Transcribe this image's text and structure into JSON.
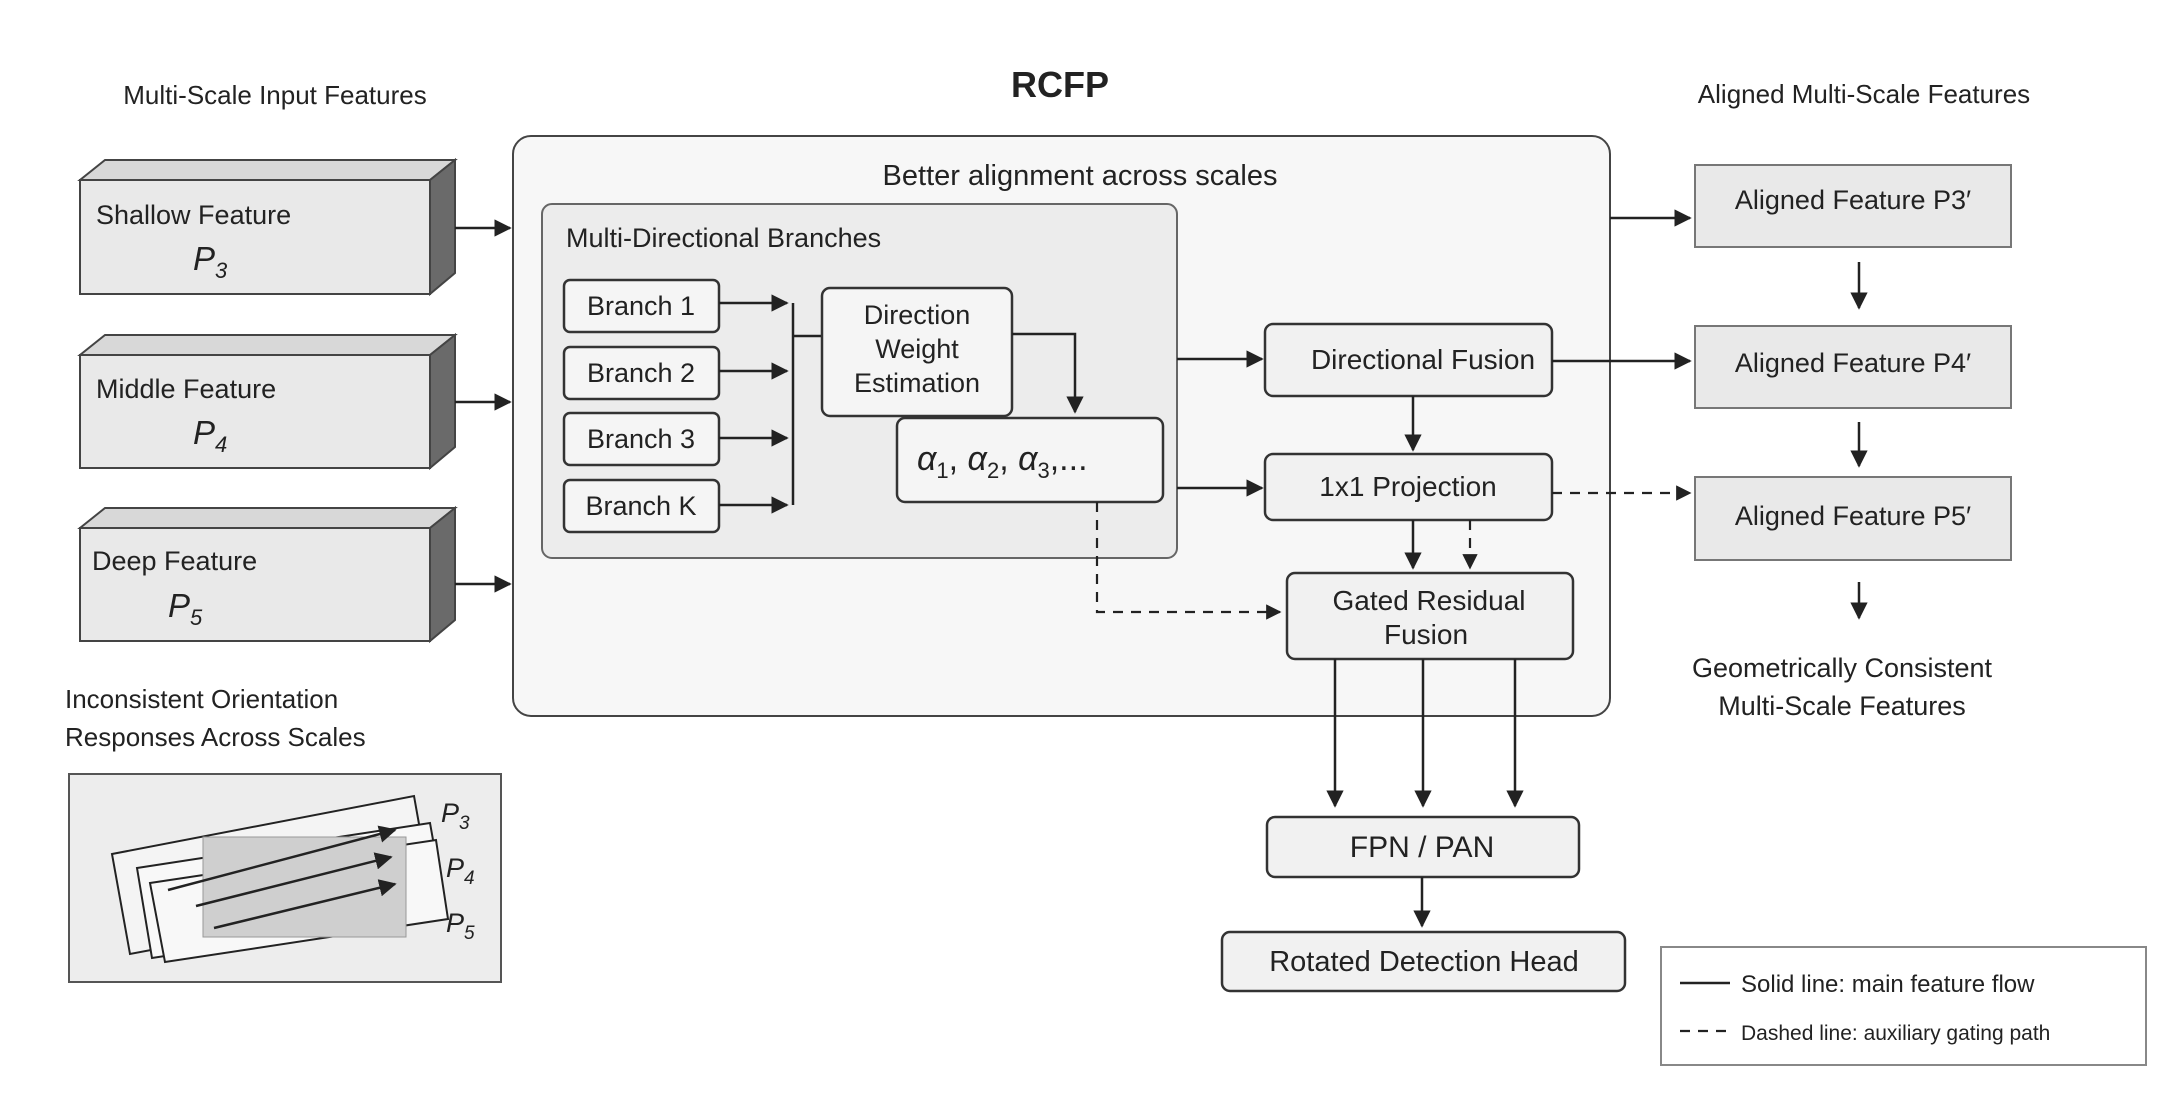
{
  "title": "RCFP",
  "subtitle": "Better alignment across scales",
  "left_heading": "Multi-Scale Input Features",
  "right_heading": "Aligned Multi-Scale Features",
  "inputs": [
    {
      "name": "Shallow Feature",
      "symbol": "P",
      "sub": "3"
    },
    {
      "name": "Middle Feature",
      "symbol": "P",
      "sub": "4"
    },
    {
      "name": "Deep Feature",
      "symbol": "P",
      "sub": "5"
    }
  ],
  "branches_title": "Multi-Directional Branches",
  "branches": [
    "Branch 1",
    "Branch 2",
    "Branch 3",
    "Branch K"
  ],
  "direction_weight": [
    "Direction",
    "Weight",
    "Estimation"
  ],
  "alphas": {
    "symbol": "α",
    "subs": [
      "1",
      "2",
      "3"
    ],
    "ellipsis": ",..."
  },
  "directional_fusion": "Directional Fusion",
  "projection": "1x1 Projection",
  "gated_residual": [
    "Gated Residual",
    "Fusion"
  ],
  "fpn_pan": "FPN / PAN",
  "detection_head": "Rotated Detection Head",
  "outputs": [
    "Aligned Feature P3′",
    "Aligned Feature P4′",
    "Aligned Feature P5′"
  ],
  "consistent_label": [
    "Geometrically Consistent",
    "Multi-Scale Features"
  ],
  "inconsistent_label": [
    "Inconsistent Orientation",
    "Responses Across Scales"
  ],
  "inset_labels": [
    {
      "symbol": "P",
      "sub": "3"
    },
    {
      "symbol": "P",
      "sub": "4"
    },
    {
      "symbol": "P",
      "sub": "5"
    }
  ],
  "legend": {
    "solid": "Solid line: main feature flow",
    "dashed": "Dashed line: auxiliary gating path"
  }
}
